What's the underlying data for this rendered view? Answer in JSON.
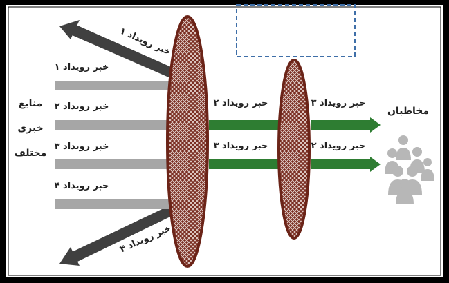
{
  "diagram": {
    "sources_label_lines": [
      "منابع",
      "خبری",
      "مختلف"
    ],
    "audience_label": "مخاطبان",
    "input_news": [
      "خبر رویداد ۱",
      "خبر رویداد ۲",
      "خبر رویداد ۳",
      "خبر رویداد ۴"
    ],
    "rejected_news": [
      "خبر رویداد ۱",
      "خبر رویداد ۴"
    ],
    "after_first_filter": [
      "خبر رویداد ۲",
      "خبر رویداد ۳"
    ],
    "after_second_filter": [
      "خبر رویداد ۳",
      "خبر رویداد ۲"
    ],
    "empty_box_text": ""
  },
  "colors": {
    "frame": "#000000",
    "gray_arrow": "#a6a6a6",
    "dark_arrow": "#404040",
    "green_arrow": "#2e7d32",
    "filter_fill": "#7a2e22",
    "filter_hatch": "#f2e6e2",
    "dashed_box": "#3f6fa8",
    "people": "#b7b7b7"
  }
}
